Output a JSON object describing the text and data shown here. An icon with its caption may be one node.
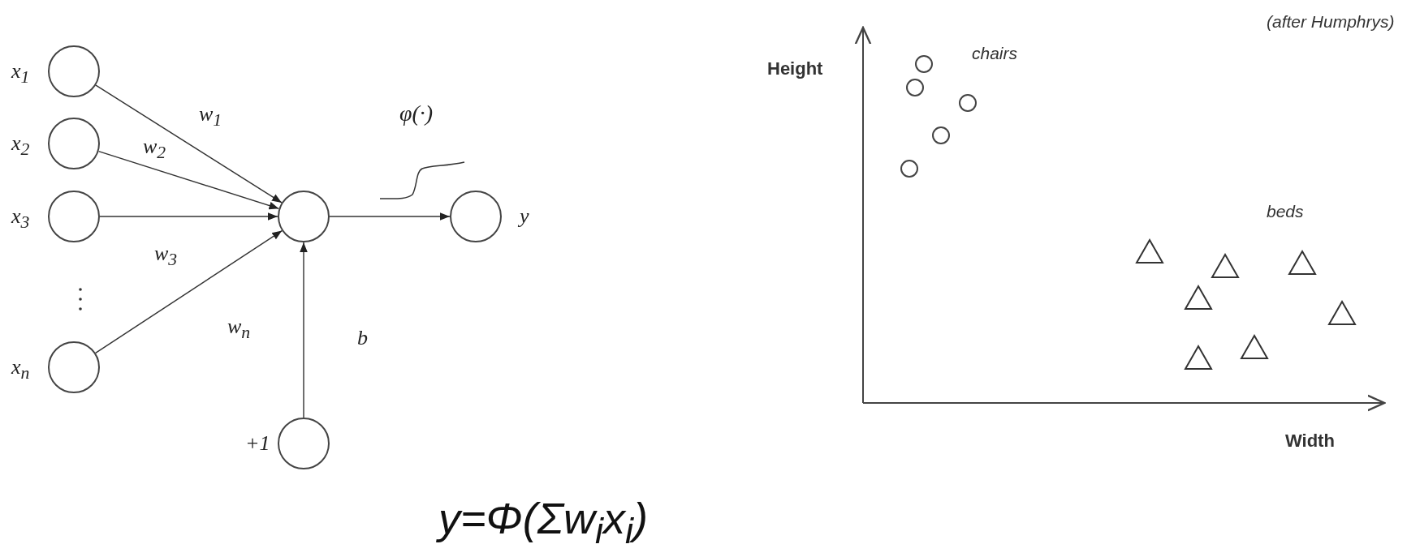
{
  "diagram": {
    "nodes": [
      {
        "text": [],
        "shape": "circle",
        "beside": [
          "x$_{1}$"
        ]
      },
      {
        "text": [],
        "shape": "circle",
        "beside": [
          "x$_{2}$"
        ]
      },
      {
        "text": [],
        "shape": "circle",
        "beside": [
          "x$_{3}$"
        ]
      },
      {
        "text": [],
        "shape": "circle",
        "beside": [
          "x$_{n}$"
        ]
      },
      {
        "text": [],
        "shape": "circle"
      },
      {
        "text": [],
        "shape": "circle",
        "beside": [
          "y"
        ]
      },
      {
        "text": [],
        "shape": "circle",
        "beside": [
          "+1"
        ]
      }
    ],
    "edges": [
      {
        "from": 0,
        "to": 4,
        "arrow": "to",
        "label": "w$_{1}$"
      },
      {
        "from": 1,
        "to": 4,
        "arrow": "to",
        "label": "w$_{2}$"
      },
      {
        "from": 2,
        "to": 4,
        "arrow": "to",
        "label": "w$_{3}$"
      },
      {
        "from": 3,
        "to": 4,
        "arrow": "to",
        "label": "w$_{n}$"
      },
      {
        "from": 6,
        "to": 4,
        "arrow": "to",
        "label": "b"
      },
      {
        "from": 4,
        "to": 5,
        "arrow": "to"
      }
    ],
    "labels": [
      "φ(·)",
      "(after Humphrys)",
      "Height",
      "chairs",
      "beds",
      "Width",
      "y=Φ(Σw$_{i}$x$_{i}$)"
    ]
  }
}
